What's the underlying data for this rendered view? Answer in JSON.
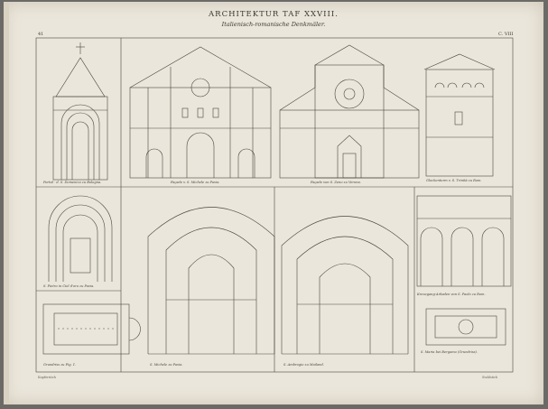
{
  "header": {
    "title": "ARCHITEKTUR TAF XXVIII.",
    "subtitle": "Italienisch-romanische Denkmäler.",
    "page_left": "41",
    "page_right": "C. VIII"
  },
  "captions": {
    "c1": "Portal · d. S. Domenico zu Bologna.",
    "c2": "Façade v. S. Michele zu Pavia.",
    "c3": "Façade von S. Zeno zu Verona.",
    "c4": "Glockenturm v. S. Trinità zu Rom.",
    "c5": "S. Pietro in Ciel d'oro zu Pavia.",
    "c6": "Grundriss zu Fig. 1.",
    "c7": "S. Michele zu Pavia.",
    "c8": "S. Ambrogio zu Mailand.",
    "c9": "Kreuzgang-Arkaden von S. Paolo zu Rom.",
    "c10": "S. Maria bei Bergamo (Grundriss)."
  },
  "signatures": {
    "left": "Kupferstich",
    "right": "Stahlstich"
  },
  "colors": {
    "paper": "#ebe6db",
    "ink": "#3b3830",
    "background": "#6b6a66"
  }
}
